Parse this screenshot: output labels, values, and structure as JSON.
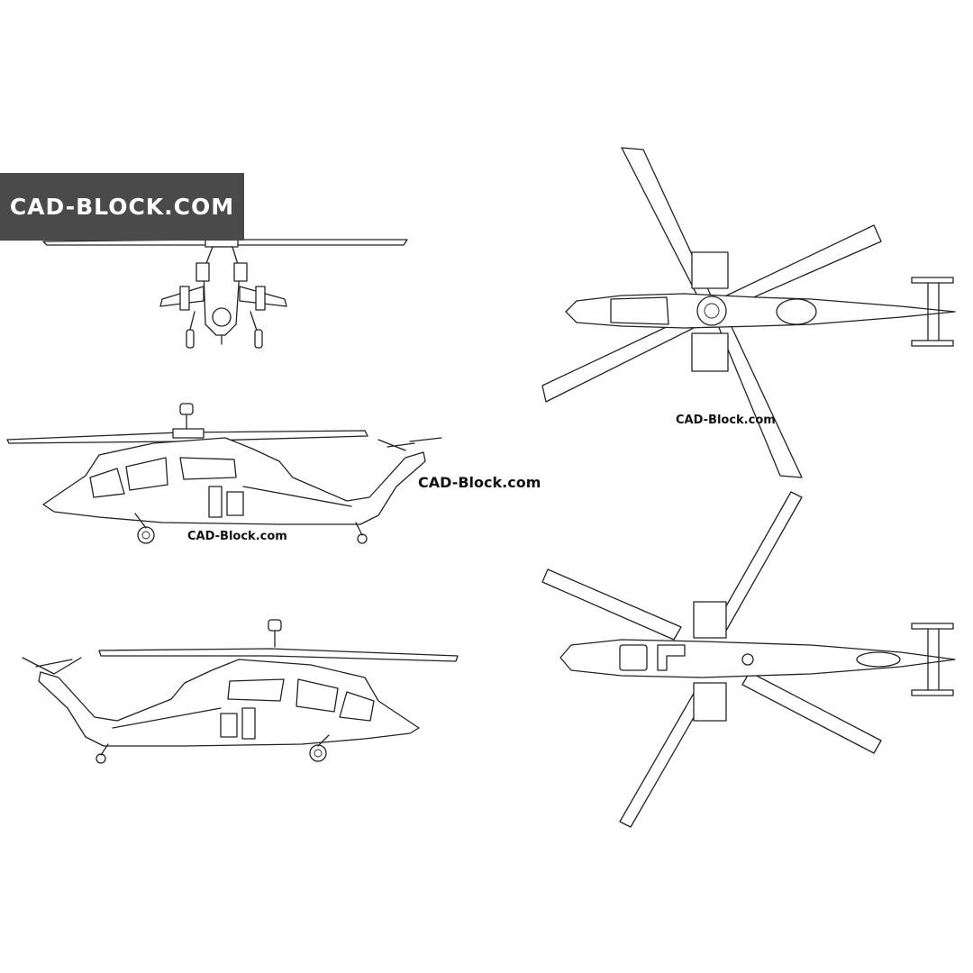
{
  "watermark": {
    "banner": "CAD-BLOCK.COM",
    "side_view_label": "CAD-Block.com",
    "tail_label": "CAD-Block.com",
    "top_view_label": "CAD-Block.com"
  },
  "colors": {
    "banner_bg": "#4a4a4a",
    "banner_text": "#ffffff",
    "line": "#222222",
    "background": "#ffffff"
  }
}
